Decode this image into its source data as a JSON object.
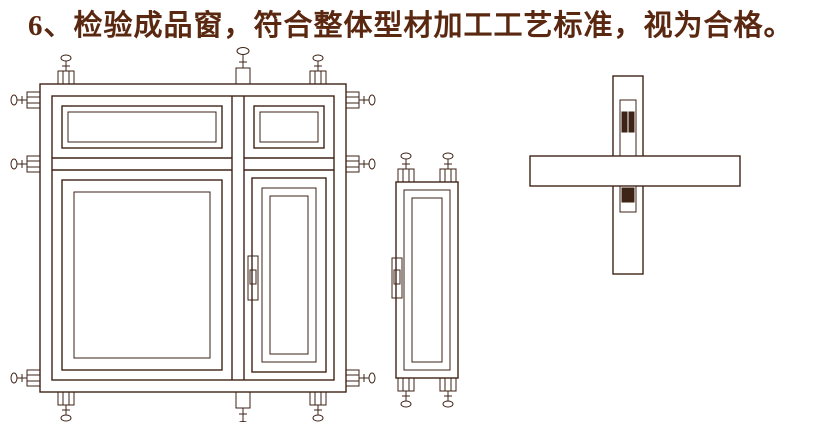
{
  "page": {
    "title": "6、检验成品窗，符合整体型材加工工艺标准，视为合格。"
  },
  "colors": {
    "line": "#3e2317",
    "text": "#5a2810",
    "background": "#ffffff",
    "connector_fill": "#3e2317"
  },
  "figures": {
    "window_front_view": "assembled-window-front-elevation",
    "sash_profile_view": "single-sash-frame",
    "cross_joint_view": "mullion-cross-joint"
  }
}
